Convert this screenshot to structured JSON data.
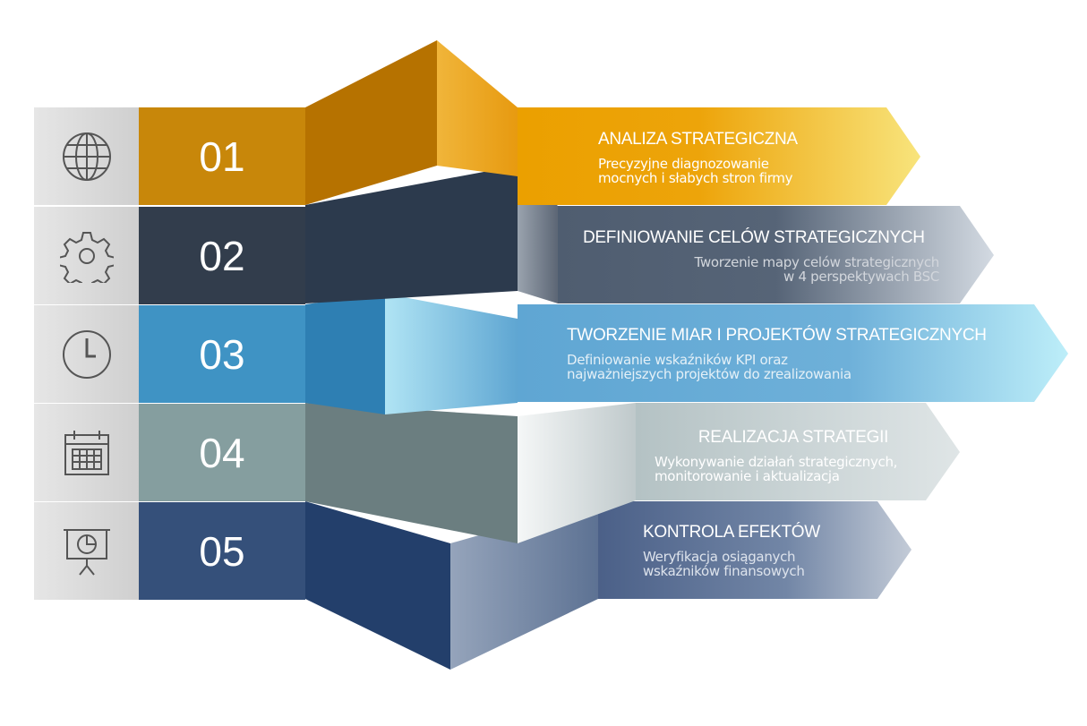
{
  "steps": [
    {
      "number": "01",
      "icon": "globe-icon",
      "title": "ANALIZA STRATEGICZNA",
      "desc1": "Precyzyjne diagnozowanie",
      "desc2": "mocnych i słabych stron firmy",
      "color": "#c8870a"
    },
    {
      "number": "02",
      "icon": "gear-icon",
      "title": "DEFINIOWANIE CELÓW STRATEGICZNYCH",
      "desc1": "Tworzenie mapy celów strategicznych",
      "desc2": "w 4 perspektywach BSC",
      "color": "#323d4c"
    },
    {
      "number": "03",
      "icon": "clock-icon",
      "title": "TWORZENIE MIAR I PROJEKTÓW STRATEGICZNYCH",
      "desc1": "Definiowanie wskaźników KPI oraz",
      "desc2": "najważniejszych projektów do zrealizowania",
      "color": "#3f93c4"
    },
    {
      "number": "04",
      "icon": "calendar-icon",
      "title": "REALIZACJA STRATEGII",
      "desc1": "Wykonywanie działań strategicznych,",
      "desc2": "monitorowanie i aktualizacja",
      "color": "#859e9f"
    },
    {
      "number": "05",
      "icon": "presentation-chart-icon",
      "title": "KONTROLA EFEKTÓW",
      "desc1": "Weryfikacja osiąganych",
      "desc2": "wskaźników finansowych",
      "color": "#35507a"
    }
  ]
}
